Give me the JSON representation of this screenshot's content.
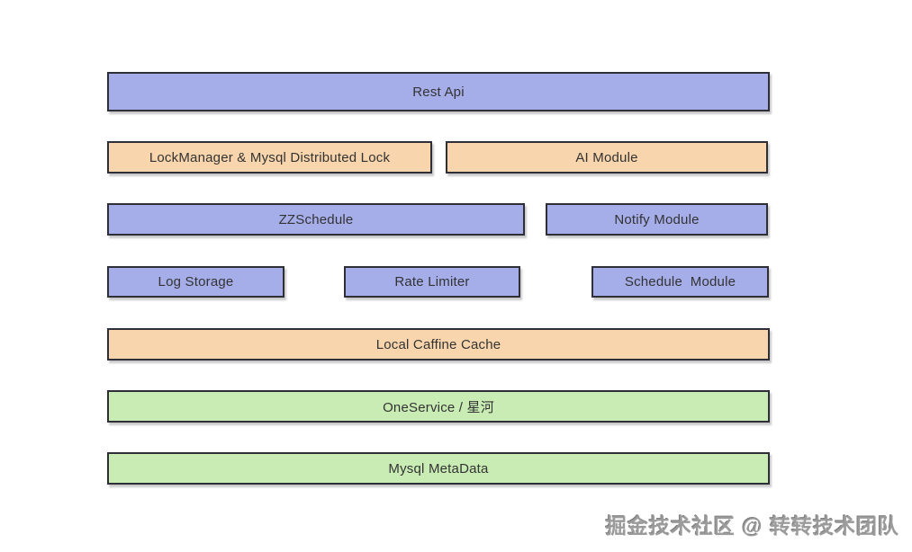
{
  "theme": {
    "purple": "#a6aeea",
    "orange": "#f8d5ac",
    "green": "#c9ecb4",
    "border": "#2f2f38",
    "text": "#333333",
    "watermark": "#9b9b9b"
  },
  "diagram": {
    "boxes": [
      {
        "label": "Rest Api",
        "color": "purple"
      },
      {
        "label": "LockManager & Mysql Distributed Lock",
        "color": "orange"
      },
      {
        "label": "AI Module",
        "color": "orange"
      },
      {
        "label": "ZZSchedule",
        "color": "purple"
      },
      {
        "label": "Notify Module",
        "color": "purple"
      },
      {
        "label": "Log Storage",
        "color": "purple"
      },
      {
        "label": "Rate Limiter",
        "color": "purple"
      },
      {
        "label": "Schedule  Module",
        "color": "purple"
      },
      {
        "label": "Local Caffine Cache",
        "color": "orange"
      },
      {
        "label": "OneService / 星河",
        "color": "green"
      },
      {
        "label": "Mysql MetaData",
        "color": "green"
      }
    ]
  },
  "watermark": {
    "text": "掘金技术社区 @ 转转技术团队"
  }
}
